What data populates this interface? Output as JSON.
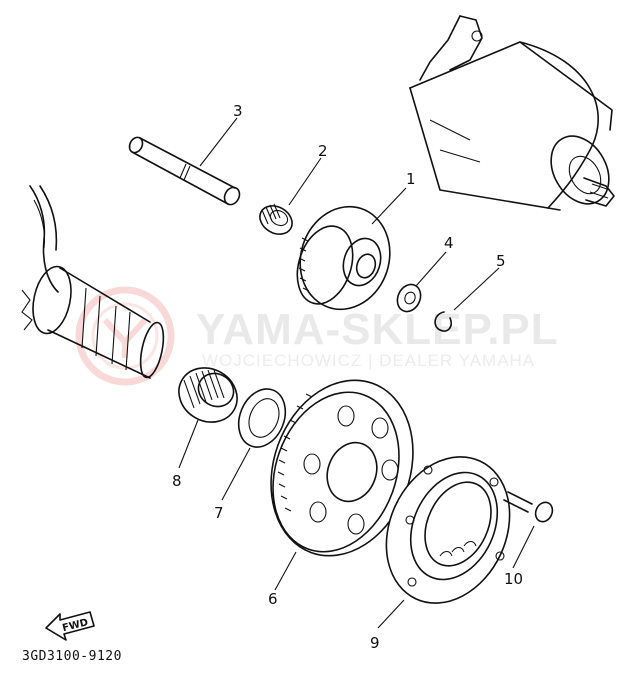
{
  "diagram": {
    "catalog_code": "3GD3100-9120",
    "direction_marker": "FWD",
    "watermark": {
      "title": "YAMA-SKLEP.PL",
      "subtitle": "WOJCIECHOWICZ | DEALER YAMAHA"
    },
    "callouts": [
      "1",
      "2",
      "3",
      "4",
      "5",
      "6",
      "7",
      "8",
      "9",
      "10"
    ]
  }
}
